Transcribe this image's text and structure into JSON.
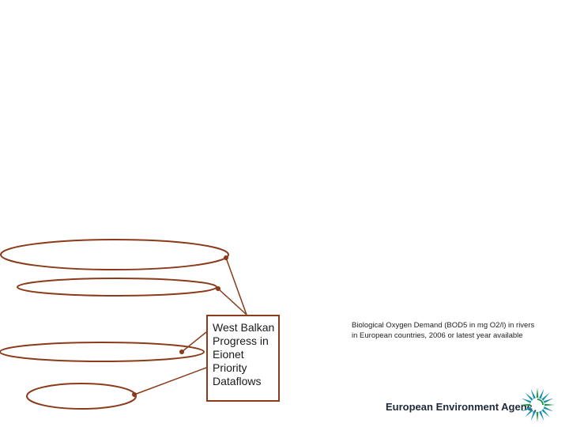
{
  "callout": {
    "text": "West Balkan\nProgress in\nEionet\nPriority\nDataflows"
  },
  "caption": {
    "text": "Biological Oxygen Demand (BOD5 in mg O2/l) in rivers in European countries, 2006 or latest year available"
  },
  "logo": {
    "name": "European Environment Agency",
    "icon": "eea-star-icon"
  },
  "colors": {
    "outline": "#8b3a1a",
    "logo_text": "#1e2a3a",
    "logo_icon": "#1a8fb4"
  }
}
